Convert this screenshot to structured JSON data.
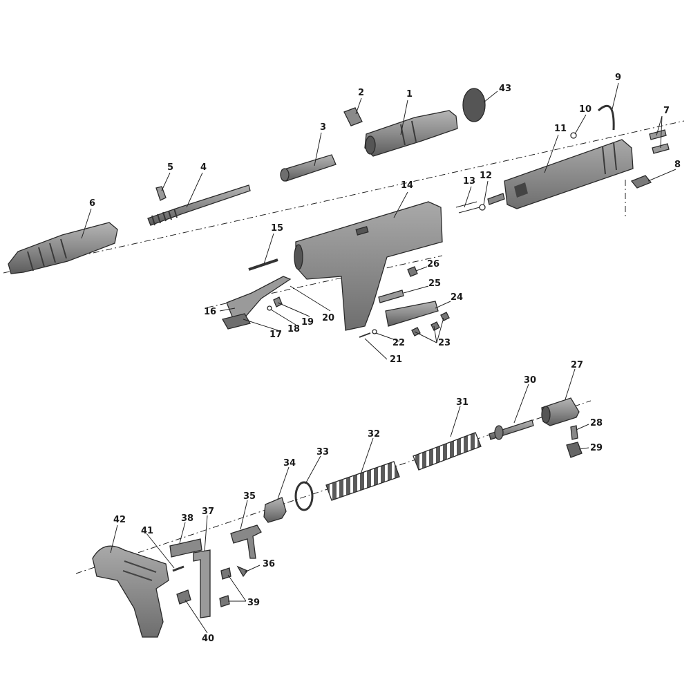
{
  "callouts": {
    "n1": "1",
    "n2": "2",
    "n3": "3",
    "n4": "4",
    "n5": "5",
    "n6": "6",
    "n7": "7",
    "n8": "8",
    "n9": "9",
    "n10": "10",
    "n11": "11",
    "n12": "12",
    "n13": "13",
    "n14": "14",
    "n15": "15",
    "n16": "16",
    "n17": "17",
    "n18": "18",
    "n19": "19",
    "n20": "20",
    "n21": "21",
    "n22": "22",
    "n23": "23",
    "n24": "24",
    "n25": "25",
    "n26": "26",
    "n27": "27",
    "n28": "28",
    "n29": "29",
    "n30": "30",
    "n31": "31",
    "n32": "32",
    "n33": "33",
    "n34": "34",
    "n35": "35",
    "n36": "36",
    "n37": "37",
    "n38": "38",
    "n39": "39",
    "n40": "40",
    "n41": "41",
    "n42": "42",
    "n43": "43"
  },
  "colors": {
    "part_fill": "#8f8f8f",
    "part_dark": "#5e5e5e",
    "part_light": "#b9b9b9",
    "line": "#222222",
    "background": "#ffffff"
  }
}
